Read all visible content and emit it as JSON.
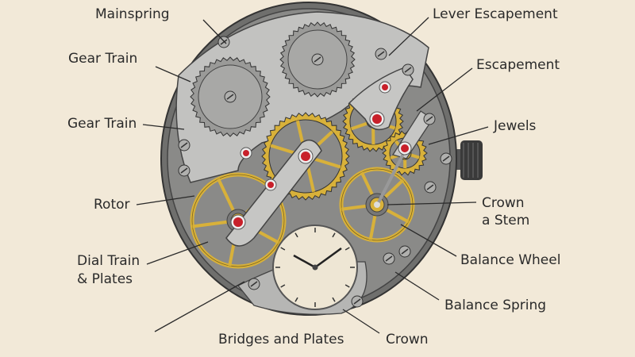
{
  "labels": {
    "mainspring": "Mainspring",
    "gear_train_1": "Gear Train",
    "gear_train_2": "Gear Train",
    "rotor": "Rotor",
    "dial_train_line1": "Dial Train",
    "dial_train_line2": "& Plates",
    "bridges_and_plates": "Bridges and Plates",
    "crown": "Crown",
    "balance_spring": "Balance Spring",
    "balance_wheel": "Balance Wheel",
    "crown_stem_line1": "Crown",
    "crown_stem_line2": "a Stem",
    "jewels": "Jewels",
    "escapement": "Escapement",
    "lever_escapement": "Lever Escapement"
  },
  "colors": {
    "background": "#f2e9d8",
    "case": "#7a7a78",
    "plate": "#bdbdbb",
    "gold": "#d8b13a",
    "jewel": "#c8202a",
    "dial": "#eee6d4"
  }
}
